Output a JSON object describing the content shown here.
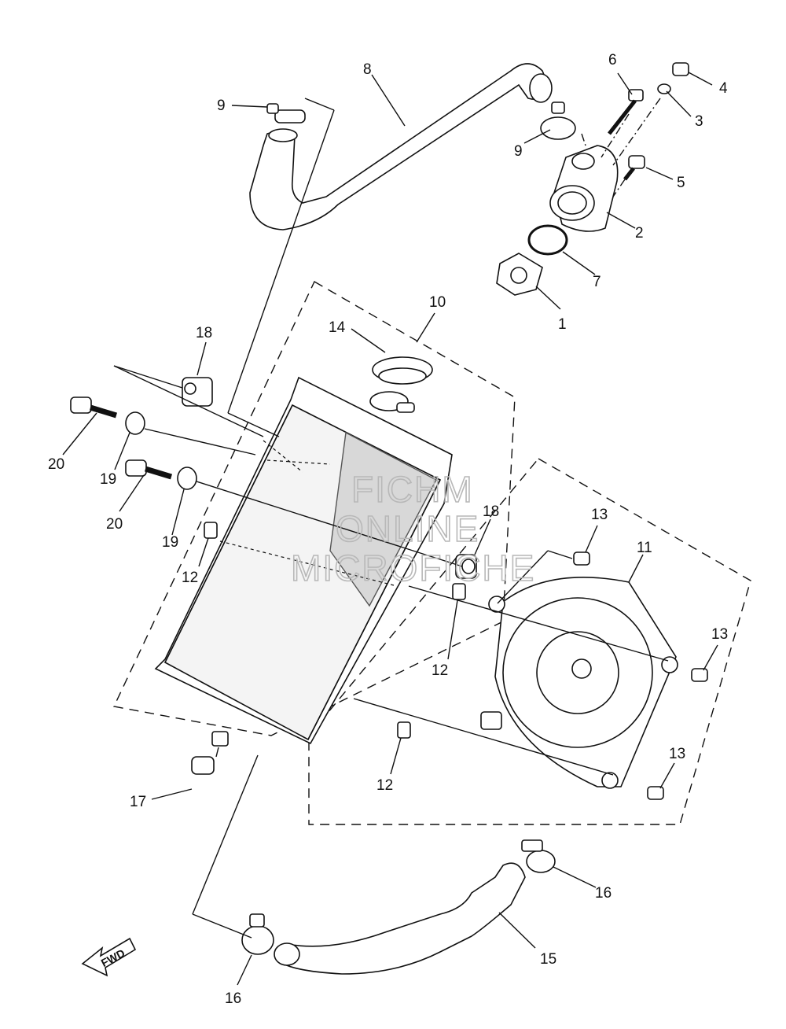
{
  "watermark": {
    "line1": "FICHM",
    "line2": "ONLINE",
    "line3": "MICROFICHE"
  },
  "fwd_label": "FWD",
  "callouts": [
    {
      "id": "c1",
      "text": "1"
    },
    {
      "id": "c2",
      "text": "2"
    },
    {
      "id": "c3",
      "text": "3"
    },
    {
      "id": "c4",
      "text": "4"
    },
    {
      "id": "c5",
      "text": "5"
    },
    {
      "id": "c6",
      "text": "6"
    },
    {
      "id": "c7",
      "text": "7"
    },
    {
      "id": "c8",
      "text": "8"
    },
    {
      "id": "c9a",
      "text": "9"
    },
    {
      "id": "c9b",
      "text": "9"
    },
    {
      "id": "c10",
      "text": "10"
    },
    {
      "id": "c11",
      "text": "11"
    },
    {
      "id": "c12a",
      "text": "12"
    },
    {
      "id": "c12b",
      "text": "12"
    },
    {
      "id": "c12c",
      "text": "12"
    },
    {
      "id": "c13a",
      "text": "13"
    },
    {
      "id": "c13b",
      "text": "13"
    },
    {
      "id": "c13c",
      "text": "13"
    },
    {
      "id": "c14",
      "text": "14"
    },
    {
      "id": "c15",
      "text": "15"
    },
    {
      "id": "c16a",
      "text": "16"
    },
    {
      "id": "c16b",
      "text": "16"
    },
    {
      "id": "c17",
      "text": "17"
    },
    {
      "id": "c18a",
      "text": "18"
    },
    {
      "id": "c18b",
      "text": "18"
    },
    {
      "id": "c19a",
      "text": "19"
    },
    {
      "id": "c19b",
      "text": "19"
    },
    {
      "id": "c20a",
      "text": "20"
    },
    {
      "id": "c20b",
      "text": "20"
    }
  ]
}
